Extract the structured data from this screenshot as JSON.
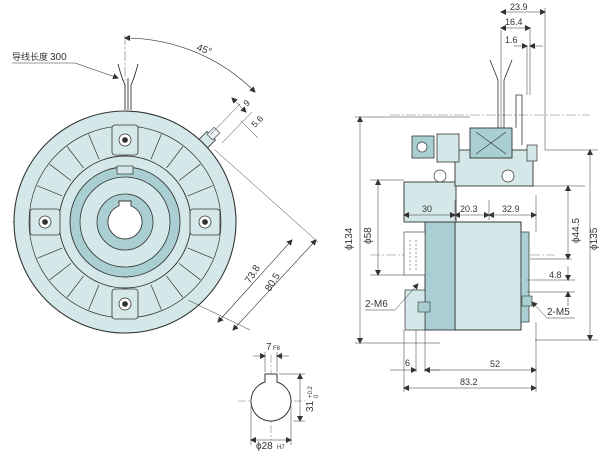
{
  "colors": {
    "body_fill": "#d4e8ea",
    "body_dark": "#a9cfd3",
    "line": "#333333",
    "dim_line": "#333333",
    "background": "#ffffff"
  },
  "front_view": {
    "lead_wire_label": "导线长度",
    "lead_wire_length": "300",
    "angle": "45°",
    "dim_9": "9",
    "dim_5_6": "5.6",
    "dim_73_8": "73.8",
    "dim_80_5": "80.5"
  },
  "side_view": {
    "top_dims": [
      "23.9",
      "16.4",
      "1.6"
    ],
    "dim_30": "30",
    "dim_20_3": "20.3",
    "dim_32_9": "32.9",
    "dia_134": "ϕ134",
    "dia_58": "ϕ58",
    "dia_44_5": "ϕ44.5",
    "dia_135": "ϕ135",
    "dim_4_8": "4.8",
    "screw_left": "2-M6",
    "screw_right": "2-M5",
    "dim_6": "6",
    "dim_52": "52",
    "dim_83_2": "83.2"
  },
  "keyway_detail": {
    "width_label": "7",
    "width_tol": "F8",
    "depth_label": "31",
    "depth_tol_upper": "+0.2",
    "depth_tol_lower": "0",
    "bore_label": "ϕ28",
    "bore_tol": "H7"
  }
}
